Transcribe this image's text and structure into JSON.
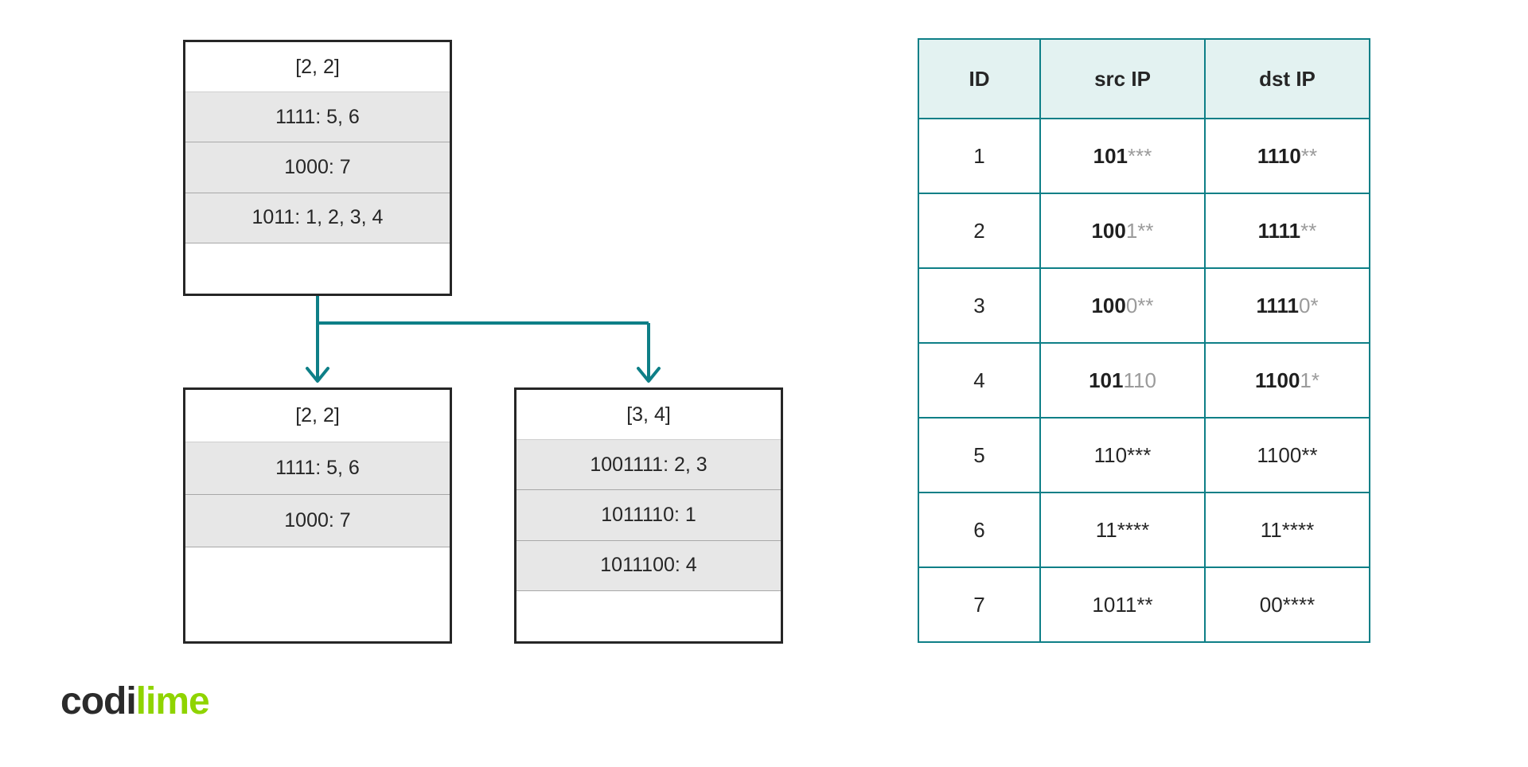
{
  "diagram": {
    "title": "Trie node split with IP prefix rule table",
    "connector_color": "#0e7f87",
    "box_border_color": "#262626",
    "row_fill_color": "#e7e7e7",
    "nodes": {
      "root": {
        "header": "[2, 2]",
        "rows": [
          "1111: 5, 6",
          "1000: 7",
          "1011: 1, 2, 3, 4"
        ]
      },
      "left": {
        "header": "[2, 2]",
        "rows": [
          "1111: 5, 6",
          "1000: 7"
        ]
      },
      "right": {
        "header": "[3, 4]",
        "rows": [
          "1001111: 2, 3",
          "1011110: 1",
          "1011100: 4"
        ]
      }
    },
    "arrows": [
      {
        "name": "arrow-to-left-node",
        "direction": "down"
      },
      {
        "name": "arrow-to-right-node",
        "direction": "down"
      }
    ]
  },
  "table": {
    "header_bg": "#e3f2f1",
    "border_color": "#0e7f87",
    "columns": [
      "ID",
      "src IP",
      "dst IP"
    ],
    "rows": [
      {
        "id": "1",
        "src": {
          "bold": "101",
          "dim": "***",
          "plain": ""
        },
        "dst": {
          "bold": "1110",
          "dim": "**",
          "plain": ""
        }
      },
      {
        "id": "2",
        "src": {
          "bold": "100",
          "dim": "1**",
          "plain": ""
        },
        "dst": {
          "bold": "1111",
          "dim": "**",
          "plain": ""
        }
      },
      {
        "id": "3",
        "src": {
          "bold": "100",
          "dim": "0**",
          "plain": ""
        },
        "dst": {
          "bold": "1111",
          "dim": "0*",
          "plain": ""
        }
      },
      {
        "id": "4",
        "src": {
          "bold": "101",
          "dim": "110",
          "plain": ""
        },
        "dst": {
          "bold": "1100",
          "dim": "1*",
          "plain": ""
        }
      },
      {
        "id": "5",
        "src": {
          "bold": "",
          "dim": "",
          "plain": "110***"
        },
        "dst": {
          "bold": "",
          "dim": "",
          "plain": "1100**"
        }
      },
      {
        "id": "6",
        "src": {
          "bold": "",
          "dim": "",
          "plain": "11****"
        },
        "dst": {
          "bold": "",
          "dim": "",
          "plain": "11****"
        }
      },
      {
        "id": "7",
        "src": {
          "bold": "",
          "dim": "",
          "plain": "1011**"
        },
        "dst": {
          "bold": "",
          "dim": "",
          "plain": "00****"
        }
      }
    ]
  },
  "logo": {
    "part_dark": "codi",
    "part_lime": "lime",
    "lime_color": "#8fd400",
    "dark_color": "#2b2b2b"
  }
}
